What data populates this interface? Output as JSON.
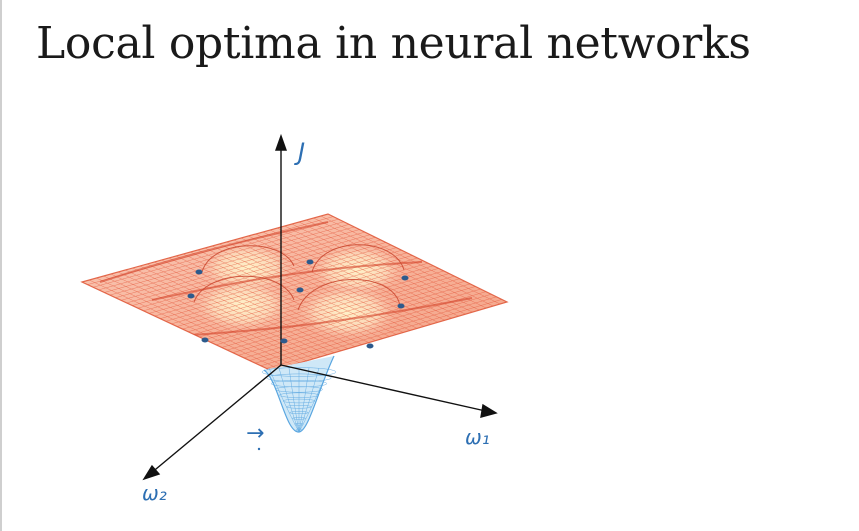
{
  "title": "Local optima in neural networks",
  "axes": {
    "vertical": "J",
    "right": "ω₁",
    "left": "ω₂"
  },
  "annotation_arrow": "→",
  "colors": {
    "surface": "#e4563b",
    "surface_fill": "#f6b7a0",
    "minimum_mesh": "#5aa6e0",
    "axis": "#111111",
    "points": "#2c5a8c",
    "handwriting": "#2d6fb3"
  },
  "icons": [
    "arrow-icon"
  ]
}
